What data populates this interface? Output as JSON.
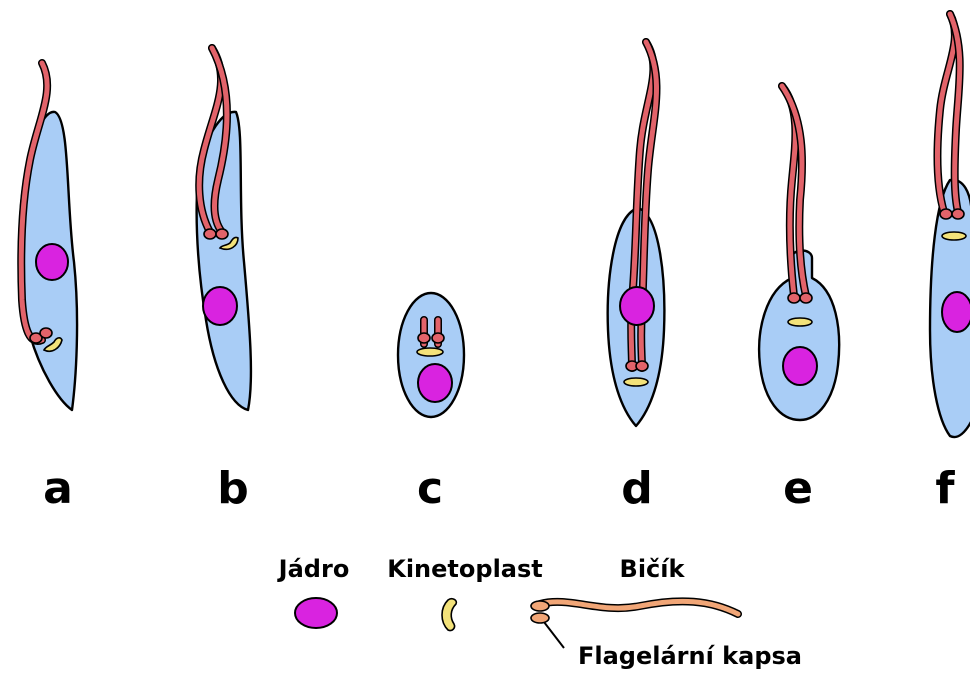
{
  "forms": [
    {
      "letter": "a"
    },
    {
      "letter": "b"
    },
    {
      "letter": "c"
    },
    {
      "letter": "d"
    },
    {
      "letter": "e"
    },
    {
      "letter": "f"
    }
  ],
  "legend": {
    "nucleus": "Jádro",
    "kinetoplast": "Kinetoplast",
    "flagellum": "Bičík",
    "flagellar_pocket": "Flagelární kapsa"
  },
  "colors": {
    "cell": "#a9cdf6",
    "nucleus": "#d923e0",
    "kinetoplast": "#f3e27a",
    "flagellum": "#e2636a",
    "legend_flagellum": "#f1a677"
  }
}
